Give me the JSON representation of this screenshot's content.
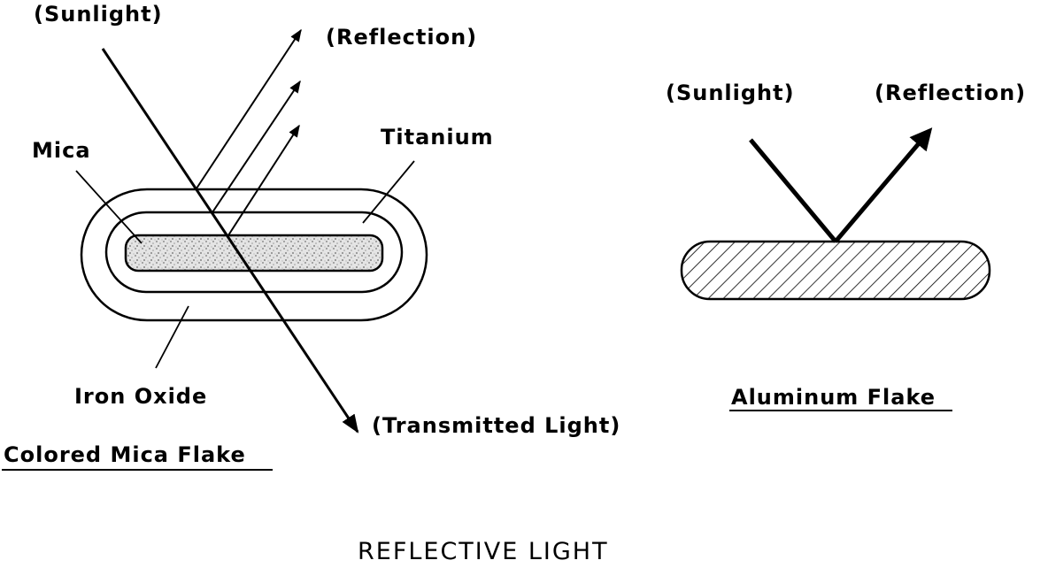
{
  "colored_mica_flake": {
    "sunlight": "(Sunlight)",
    "reflection": "(Reflection)",
    "mica": "Mica",
    "titanium": "Titanium",
    "iron_oxide": "Iron Oxide",
    "transmitted": "(Transmitted Light)",
    "caption": "Colored Mica Flake"
  },
  "aluminum_flake": {
    "sunlight": "(Sunlight)",
    "reflection": "(Reflection)",
    "caption": "Aluminum Flake"
  },
  "footer": {
    "title": "REFLECTIVE LIGHT"
  }
}
